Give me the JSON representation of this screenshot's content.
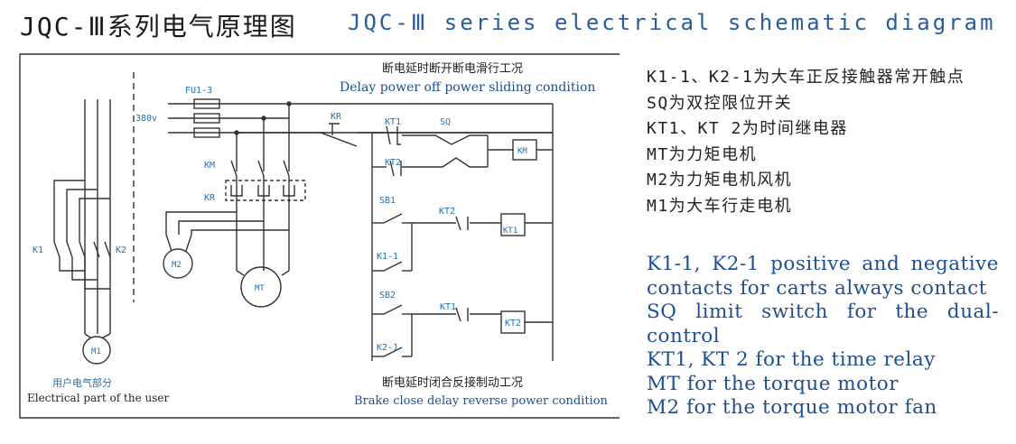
{
  "title": {
    "cn": "JQC-Ⅲ系列电气原理图",
    "en": "JQC-Ⅲ series electrical schematic diagram"
  },
  "diagram": {
    "top_caption_cn": "断电延时断开断电滑行工况",
    "top_caption_en": "Delay power off power sliding condition",
    "bottom_caption_cn": "断电延时闭合反接制动工况",
    "bottom_caption_en": "Brake close delay reverse power condition",
    "user_caption_cn": "用户电气部分",
    "user_caption_en": "Electrical part of the user",
    "labels": {
      "fu": "FU1-3",
      "voltage": "380v",
      "kr_top": "KR",
      "km": "KM",
      "kr": "KR",
      "m2": "M2",
      "mt": "MT",
      "k1": "K1",
      "k2": "K2",
      "m1": "M1",
      "kt1_a": "KT1",
      "sq": "SQ",
      "kt2_a": "KT2",
      "km_coil": "KM",
      "sb1": "SB1",
      "kt2_b": "KT2",
      "kt1_coil": "KT1",
      "k1_1": "K1-1",
      "sb2": "SB2",
      "kt1_b": "KT1",
      "kt2_coil": "KT2",
      "k2_1": "K2-1"
    }
  },
  "legend_cn": [
    "K1-1、K2-1为大车正反接触器常开触点",
    "SQ为双控限位开关",
    "KT1、KT 2为时间继电器",
    "MT为力矩电机",
    "M2为力矩电机风机",
    "M1为大车行走电机"
  ],
  "legend_en": [
    "K1-1, K2-1 positive and negative",
    "contacts for carts always contact",
    "SQ limit switch for the dual-",
    "control",
    "KT1, KT 2 for the time relay",
    "MT for the torque motor",
    "M2 for the torque motor fan"
  ],
  "colors": {
    "accent_blue": "#1f6fb5",
    "line": "#333333"
  }
}
